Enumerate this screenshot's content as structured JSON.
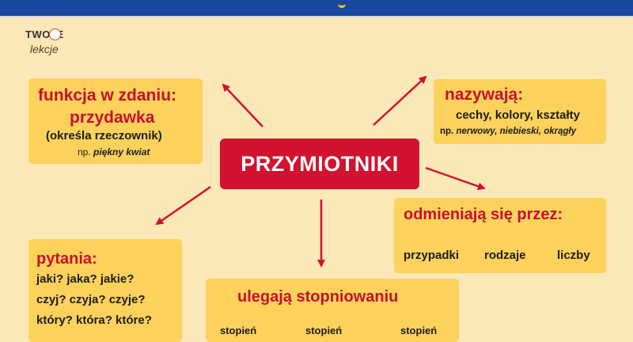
{
  "logo": {
    "top": "TWOJE",
    "bottom": "lekcje"
  },
  "center": {
    "label": "PRZYMIOTNIKI"
  },
  "function_box": {
    "title": "funkcja w zdaniu:",
    "subtitle": "przydawka",
    "note": "(określa rzeczownik)",
    "example_prefix": "np.",
    "example": "piękny kwiat"
  },
  "names_box": {
    "title": "nazywają:",
    "line": "cechy, kolory, kształty",
    "example_prefix": "np.",
    "example": "nerwowy, niebieski, okrągły"
  },
  "inflect_box": {
    "title": "odmieniają się przez:",
    "items": [
      "przypadki",
      "rodzaje",
      "liczby"
    ]
  },
  "questions_box": {
    "title": "pytania:",
    "lines": [
      "jaki? jaka? jakie?",
      "czyj? czyja? czyje?",
      "który? która? które?"
    ]
  },
  "degree_box": {
    "title": "ulegają stopniowaniu",
    "items": [
      "stopień",
      "stopień",
      "stopień"
    ]
  },
  "colors": {
    "top_bar": "#17479e",
    "background": "#fbe8b8",
    "box": "#fcd25c",
    "accent_red": "#d3122f"
  }
}
